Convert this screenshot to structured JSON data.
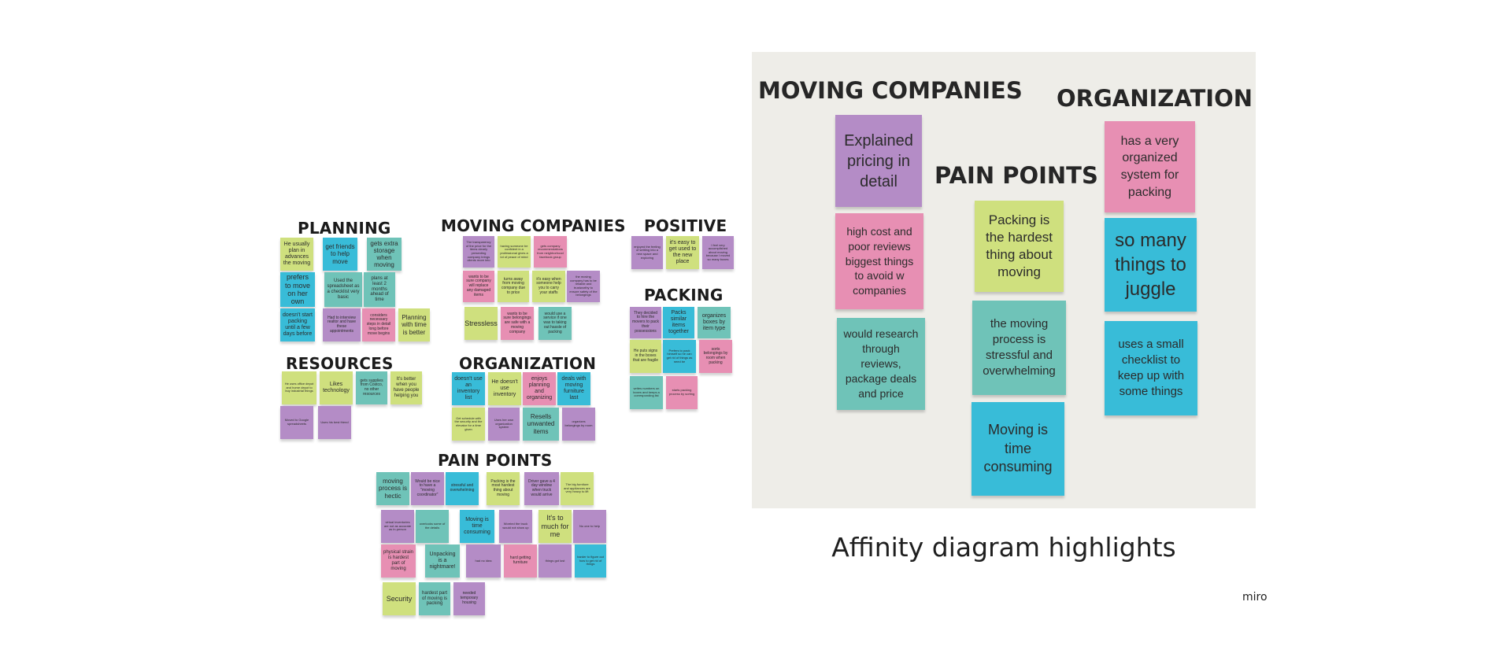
{
  "colors": {
    "purple": "#b48cc6",
    "pink": "#e78fb3",
    "lime": "#cfe07e",
    "teal": "#6fc3b8",
    "cyan": "#38bcd8",
    "board_bg": "#eeede8"
  },
  "board": {
    "planning": {
      "title": "PLANNING",
      "notes": [
        {
          "text": "He usually plan in advances the moving",
          "color": "lime"
        },
        {
          "text": "get friends to help move",
          "color": "cyan"
        },
        {
          "text": "gets extra storage when moving",
          "color": "teal"
        },
        {
          "text": "prefers to move on her own",
          "color": "cyan"
        },
        {
          "text": "Used the spreadsheet as a checklist very basic",
          "color": "teal"
        },
        {
          "text": "plans at least 2 months ahead of time",
          "color": "teal"
        },
        {
          "text": "doesn't start packing until a few days before",
          "color": "cyan"
        },
        {
          "text": "Had to interview realtor and have these appointments",
          "color": "purple"
        },
        {
          "text": "considers necessary steps in detail long before move begins",
          "color": "pink"
        },
        {
          "text": "Planning with time is better",
          "color": "lime"
        }
      ]
    },
    "moving_companies": {
      "title": "MOVING COMPANIES",
      "notes": [
        {
          "text": "The transparency of the price for the items clearly presenting company brings clients more into",
          "color": "purple"
        },
        {
          "text": "having someone be confident in a professional gives a lot of peace of mind",
          "color": "lime"
        },
        {
          "text": "gets company recommendations from neighborhood facebook group",
          "color": "pink"
        },
        {
          "text": "wants to be sure company will replace any damaged items",
          "color": "pink"
        },
        {
          "text": "turns away from moving company due to price",
          "color": "lime"
        },
        {
          "text": "it's easy when someone help you to carry your staffs",
          "color": "lime"
        },
        {
          "text": "the moving company has to be reliable and trustworthy to ensure safety of the belongings",
          "color": "purple"
        },
        {
          "text": "Stressless",
          "color": "lime"
        },
        {
          "text": "wants to be sure belongings are safe with a moving company",
          "color": "pink"
        },
        {
          "text": "would use a service if one was to taking out hassle of packing",
          "color": "teal"
        }
      ]
    },
    "positive": {
      "title": "POSITIVE",
      "notes": [
        {
          "text": "enjoyed the feeling of settling into a new space and exploring",
          "color": "purple"
        },
        {
          "text": "it's easy to get used to the new place",
          "color": "lime"
        },
        {
          "text": "I feel very accomplished about moving because I moved so many boxes",
          "color": "purple"
        }
      ]
    },
    "packing": {
      "title": "PACKING",
      "notes": [
        {
          "text": "They decided to hire the movers to pack their possessions",
          "color": "purple"
        },
        {
          "text": "Packs similar items together",
          "color": "cyan"
        },
        {
          "text": "organizes boxes by item type",
          "color": "teal"
        },
        {
          "text": "He puts signs in the boxes that are fragile",
          "color": "lime"
        },
        {
          "text": "Prefers to pack himself so he can get rid of things as need be",
          "color": "cyan"
        },
        {
          "text": "sorts belongings by room when packing",
          "color": "pink"
        },
        {
          "text": "writes numbers on boxes and keeps a corresponding list",
          "color": "teal"
        },
        {
          "text": "starts packing process by sorting",
          "color": "pink"
        }
      ]
    },
    "resources": {
      "title": "RESOURCES",
      "notes": [
        {
          "text": "He uses office depot and home depot to buy industrial things",
          "color": "lime"
        },
        {
          "text": "Likes technology",
          "color": "lime"
        },
        {
          "text": "gets supplies from Costco, no other resources",
          "color": "teal"
        },
        {
          "text": "It's better when you have people helping you",
          "color": "lime"
        },
        {
          "text": "Moved to Google spreadsheets",
          "color": "purple"
        },
        {
          "text": "Uses his best friend",
          "color": "purple"
        }
      ]
    },
    "organization": {
      "title": "ORGANIZATION",
      "notes": [
        {
          "text": "doesn't use an inventory list",
          "color": "cyan"
        },
        {
          "text": "He doesn't use inventory",
          "color": "lime"
        },
        {
          "text": "enjoys planning and organizing",
          "color": "pink"
        },
        {
          "text": "deals with moving furniture last",
          "color": "cyan"
        },
        {
          "text": "Get schedule with the security and the elevator for a time given",
          "color": "lime"
        },
        {
          "text": "Uses her own organization system",
          "color": "purple"
        },
        {
          "text": "Resells unwanted items",
          "color": "teal"
        },
        {
          "text": "organizes belongings by room",
          "color": "purple"
        }
      ]
    },
    "pain_points": {
      "title": "PAIN POINTS",
      "notes": [
        {
          "text": "moving process is hectic",
          "color": "teal"
        },
        {
          "text": "Would be nice to have a \"moving coordinator\"",
          "color": "purple"
        },
        {
          "text": "stressful and overwhelming",
          "color": "cyan"
        },
        {
          "text": "Packing is the most hardest thing about moving",
          "color": "lime"
        },
        {
          "text": "Driver gave a 4 day window when truck would arrive",
          "color": "purple"
        },
        {
          "text": "The big furniture and appliances are very heavy to lift",
          "color": "lime"
        },
        {
          "text": "virtual inventories are not as accurate as in-person",
          "color": "purple"
        },
        {
          "text": "overlooks some of the details",
          "color": "teal"
        },
        {
          "text": "Moving is time consuming",
          "color": "cyan"
        },
        {
          "text": "Worried the truck would not show up",
          "color": "purple"
        },
        {
          "text": "It's to much for me",
          "color": "lime"
        },
        {
          "text": "No one to help",
          "color": "purple"
        },
        {
          "text": "physical strain is hardest part of moving",
          "color": "pink"
        },
        {
          "text": "Unpacking is a nightmare!",
          "color": "teal"
        },
        {
          "text": "had no idea",
          "color": "purple"
        },
        {
          "text": "hard getting furniture",
          "color": "pink"
        },
        {
          "text": "things got lost",
          "color": "purple"
        },
        {
          "text": "harder to figure out how to get rid of things",
          "color": "cyan"
        },
        {
          "text": "Security",
          "color": "lime"
        },
        {
          "text": "hardest part of moving is packing",
          "color": "teal"
        },
        {
          "text": "needed temporary housing",
          "color": "purple"
        }
      ]
    }
  },
  "highlights": {
    "moving_companies": {
      "title": "MOVING COMPANIES",
      "notes": [
        {
          "text": "Explained pricing in detail",
          "color": "purple"
        },
        {
          "text": "high cost and poor reviews biggest things to avoid w companies",
          "color": "pink"
        },
        {
          "text": "would research through reviews, package deals and price",
          "color": "teal"
        }
      ]
    },
    "pain_points": {
      "title": "PAIN POINTS",
      "notes": [
        {
          "text": "Packing is the hardest thing about moving",
          "color": "lime"
        },
        {
          "text": "the moving process is stressful and overwhelming",
          "color": "teal"
        },
        {
          "text": "Moving is time consuming",
          "color": "cyan"
        }
      ]
    },
    "organization": {
      "title": "ORGANIZATION",
      "notes": [
        {
          "text": "has a very organized system for packing",
          "color": "pink"
        },
        {
          "text": "so many things to juggle",
          "color": "cyan"
        },
        {
          "text": "uses a small checklist to keep up with some things",
          "color": "cyan"
        }
      ]
    }
  },
  "caption": "Affinity diagram highlights",
  "watermark": "miro"
}
